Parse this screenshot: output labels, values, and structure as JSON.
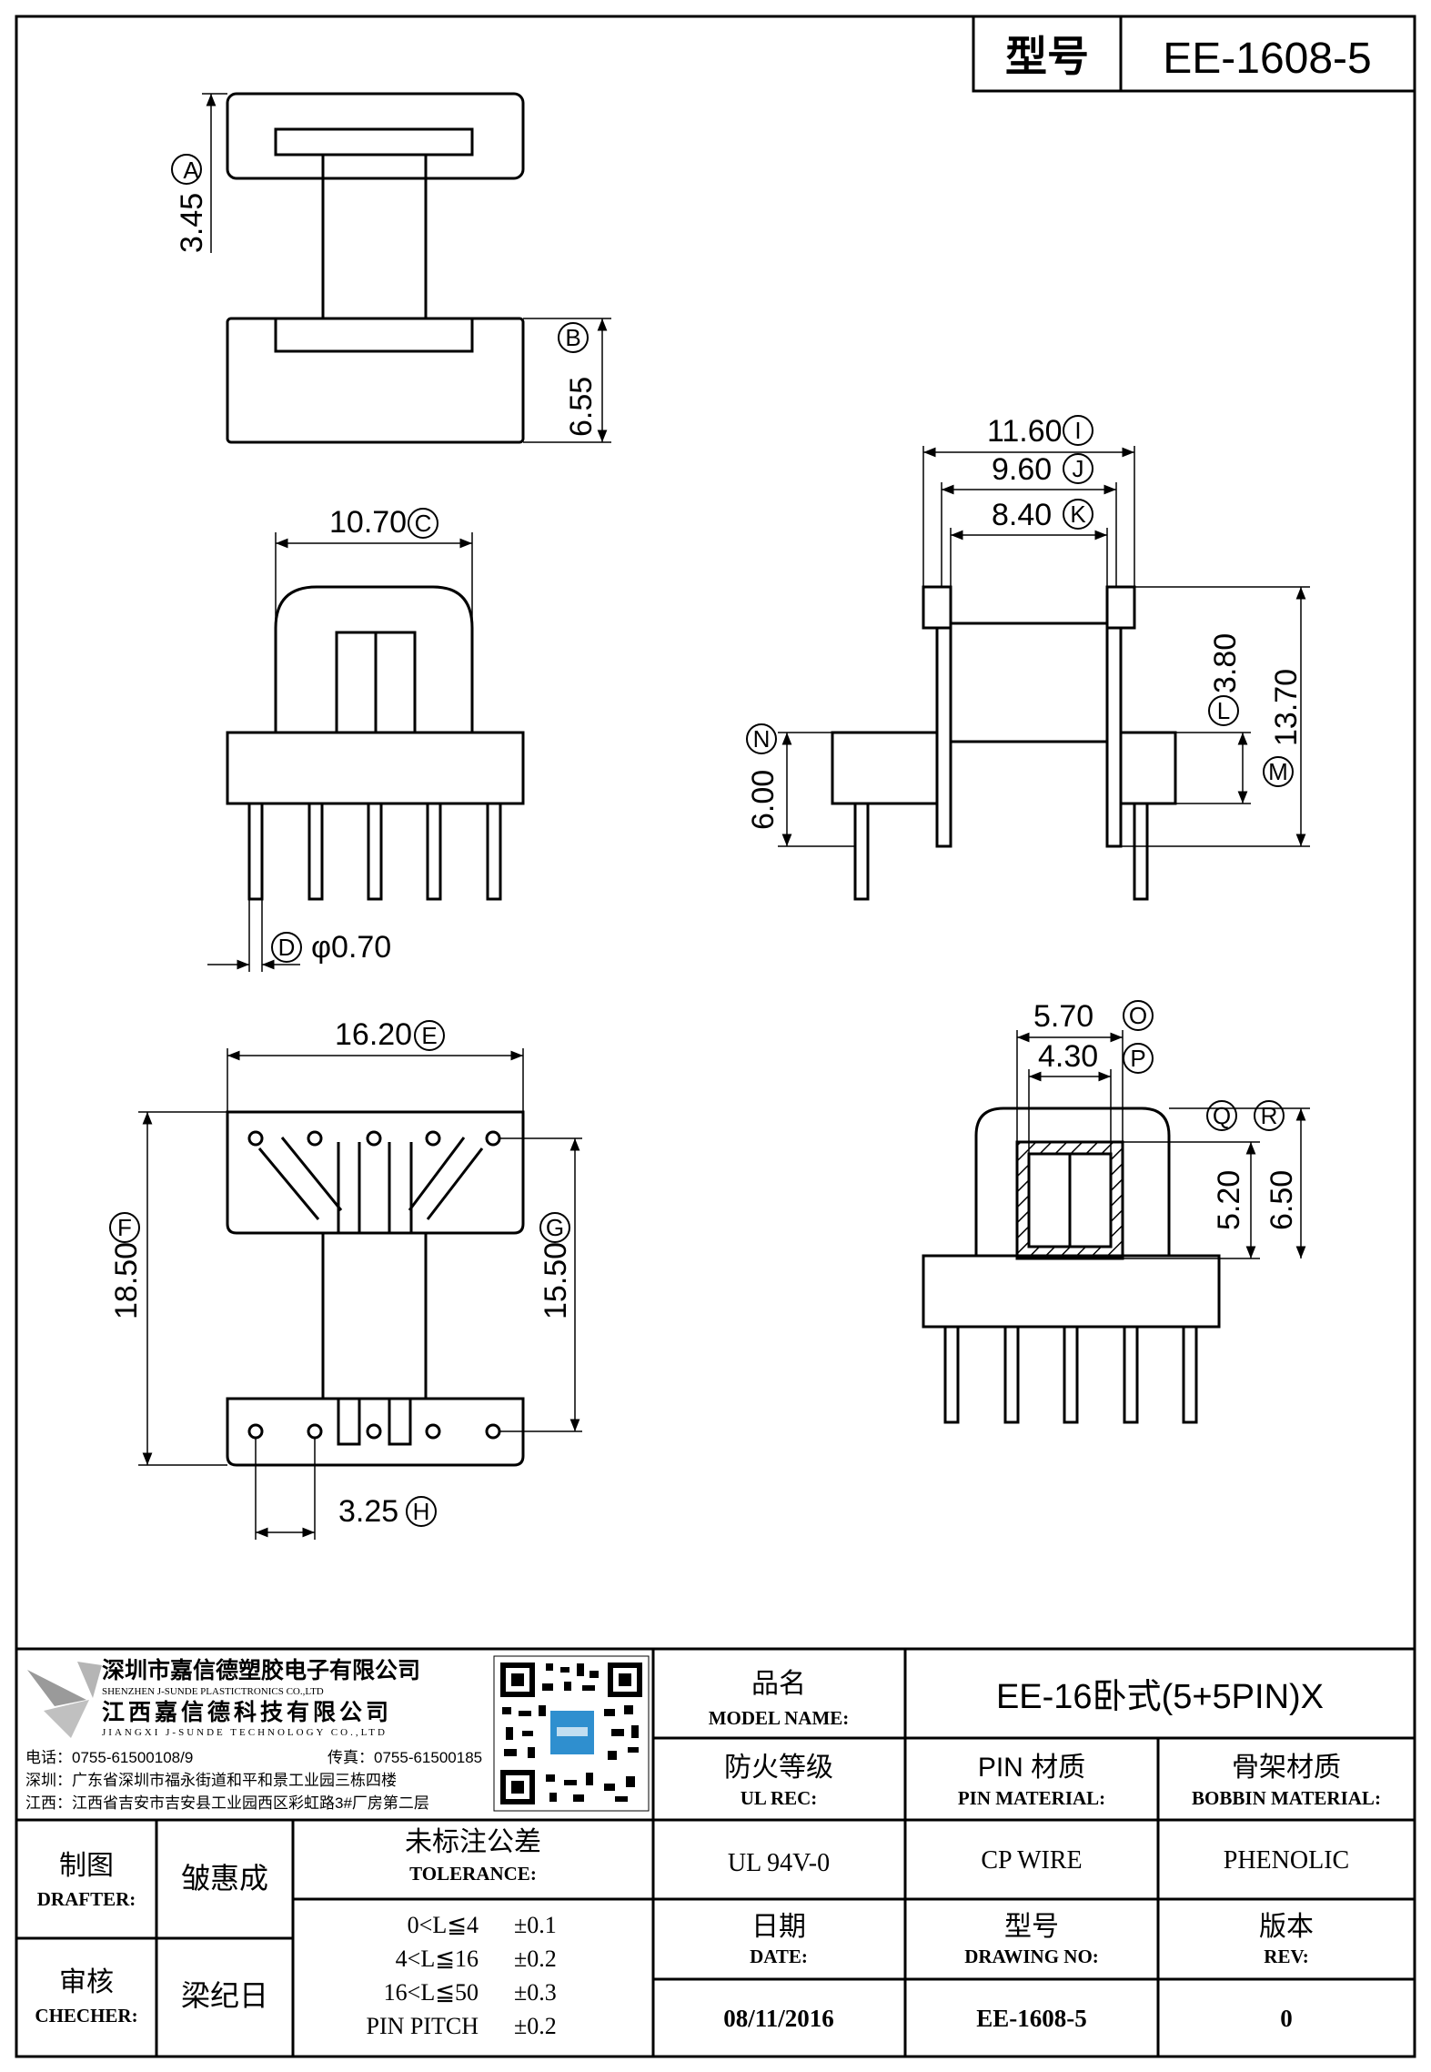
{
  "title_block_top": {
    "model_label": "型号",
    "model_value": "EE-1608-5"
  },
  "views": {
    "top_view": {
      "dims": [
        {
          "value": "3.45",
          "ref": "A"
        },
        {
          "value": "6.55",
          "ref": "B"
        }
      ]
    },
    "front_view": {
      "dims": [
        {
          "value": "10.70",
          "ref": "C"
        },
        {
          "value": "φ0.70",
          "ref": "D"
        }
      ]
    },
    "bottom_view": {
      "dims": [
        {
          "value": "16.20",
          "ref": "E"
        },
        {
          "value": "18.50",
          "ref": "F"
        },
        {
          "value": "15.50",
          "ref": "G"
        },
        {
          "value": "3.25",
          "ref": "H"
        }
      ]
    },
    "side_view": {
      "dims": [
        {
          "value": "11.60",
          "ref": "I"
        },
        {
          "value": "9.60",
          "ref": "J"
        },
        {
          "value": "8.40",
          "ref": "K"
        },
        {
          "value": "3.80",
          "ref": "L"
        },
        {
          "value": "13.70",
          "ref": "M"
        },
        {
          "value": "6.00",
          "ref": "N"
        }
      ]
    },
    "section_view": {
      "dims": [
        {
          "value": "5.70",
          "ref": "O"
        },
        {
          "value": "4.30",
          "ref": "P"
        },
        {
          "value": "5.20",
          "ref": "Q"
        },
        {
          "value": "6.50",
          "ref": "R"
        }
      ]
    }
  },
  "company": {
    "name_cn_1": "深圳市嘉信德塑胶电子有限公司",
    "name_en_1": "SHENZHEN J-SUNDE PLASTICTRONICS CO.,LTD",
    "name_cn_2": "江西嘉信德科技有限公司",
    "name_en_2": "JIANGXI J-SUNDE TECHNOLOGY CO.,LTD",
    "tel": "电话：0755-61500108/9",
    "fax": "传真：0755-61500185",
    "addr_sz": "深圳：广东省深圳市福永街道和平和景工业园三栋四楼",
    "addr_jx": "江西：江西省吉安市吉安县工业园西区彩虹路3#厂房第二层"
  },
  "title_block": {
    "model_name_cn": "品名",
    "model_name_en": "MODEL NAME:",
    "model_name_value": "EE-16卧式(5+5PIN)X",
    "ul_cn": "防火等级",
    "ul_en": "UL REC:",
    "pin_cn": "PIN 材质",
    "pin_en": "PIN MATERIAL:",
    "bobbin_cn": "骨架材质",
    "bobbin_en": "BOBBIN MATERIAL:",
    "ul_value": "UL 94V-0",
    "pin_value": "CP WIRE",
    "bobbin_value": "PHENOLIC",
    "date_cn": "日期",
    "date_en": "DATE:",
    "drawing_cn": "型号",
    "drawing_en": "DRAWING NO:",
    "rev_cn": "版本",
    "rev_en": "REV:",
    "date_value": "08/11/2016",
    "drawing_value": "EE-1608-5",
    "rev_value": "0",
    "drafter_cn": "制图",
    "drafter_en": "DRAFTER:",
    "drafter_name": "皱惠成",
    "checker_cn": "审核",
    "checker_en": "CHECHER:",
    "checker_name": "梁纪日",
    "tolerance_cn": "未标注公差",
    "tolerance_en": "TOLERANCE:",
    "tolerances": [
      {
        "range": "0<L≦4",
        "value": "±0.1"
      },
      {
        "range": "4<L≦16",
        "value": "±0.2"
      },
      {
        "range": "16<L≦50",
        "value": "±0.3"
      },
      {
        "range": "PIN PITCH",
        "value": "±0.2"
      }
    ]
  }
}
